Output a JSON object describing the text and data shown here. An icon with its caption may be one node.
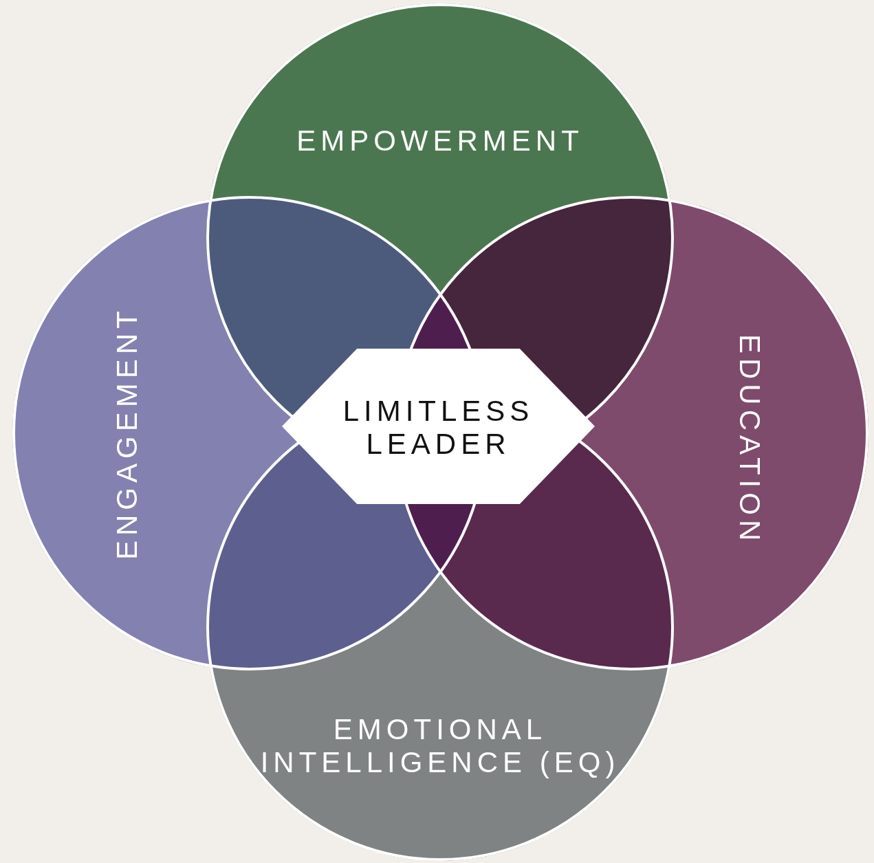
{
  "diagram": {
    "nodes": [
      {
        "text": [
          "EMPOWERMENT"
        ]
      },
      {
        "text": [
          "ENGAGEMENT"
        ]
      },
      {
        "text": [
          "LIMITLESS LEADER"
        ]
      },
      {
        "text": [
          "EDUCATION"
        ]
      },
      {
        "text": [
          "EMOTIONAL INTELLIGENCE (EQ)"
        ]
      }
    ]
  }
}
